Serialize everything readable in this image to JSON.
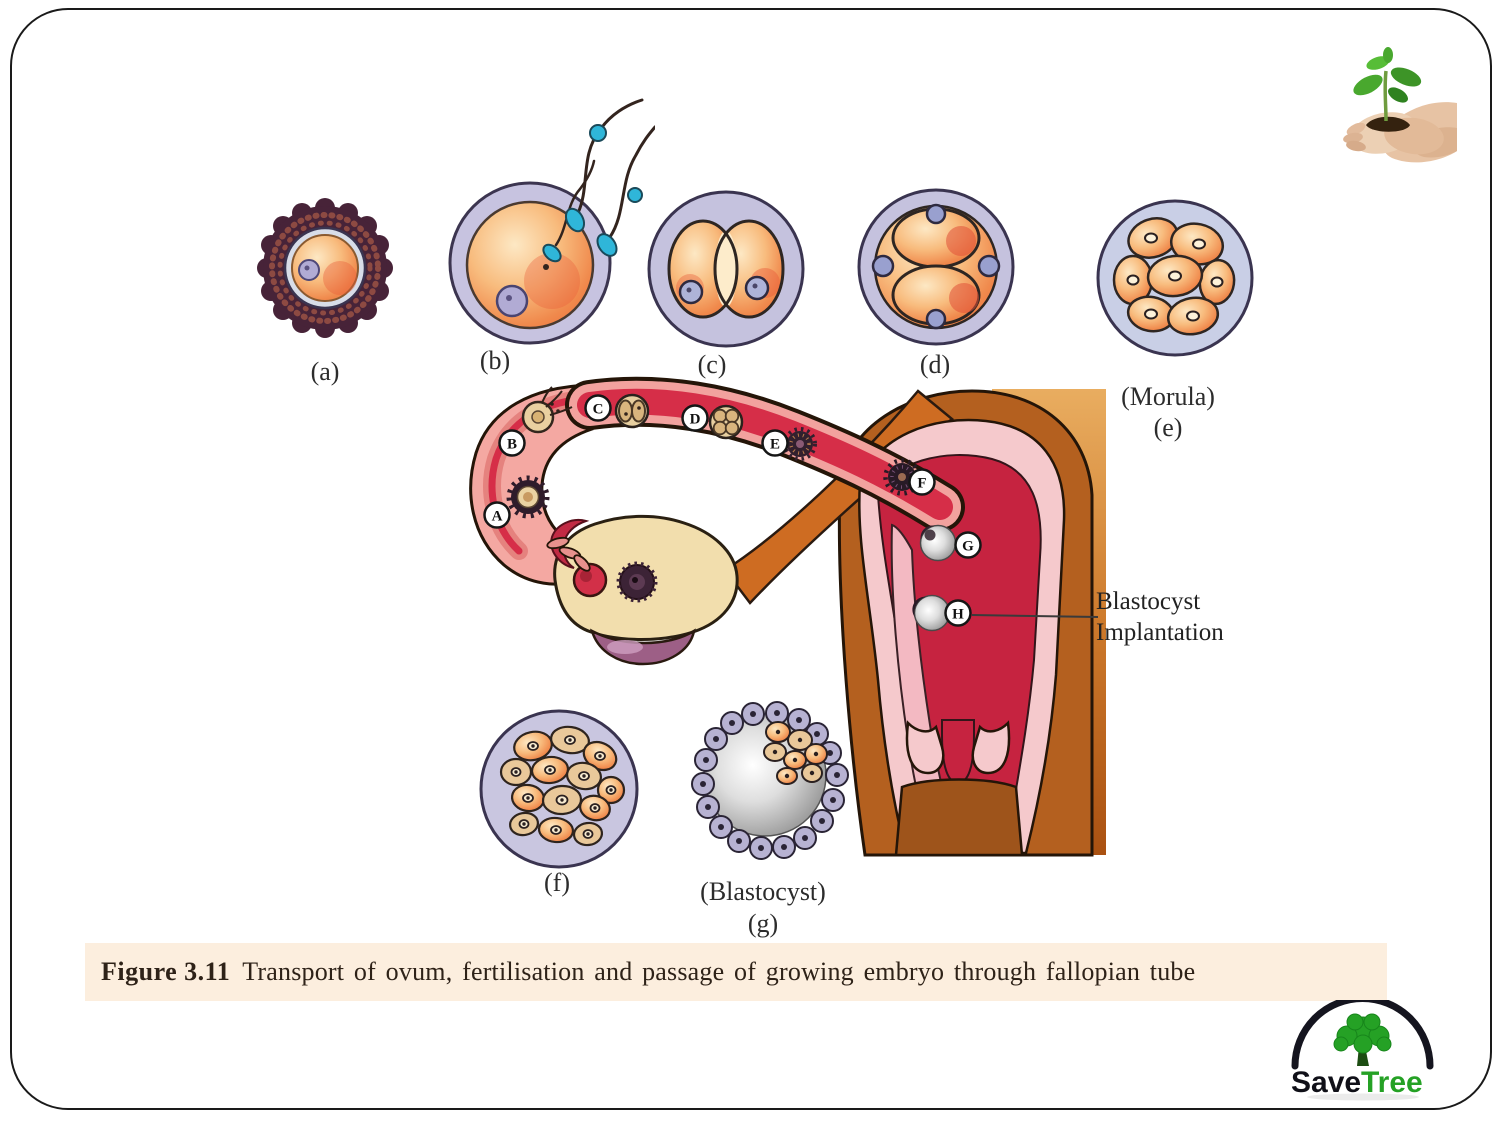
{
  "slide": {
    "type": "presentation-slide",
    "background": "#ffffff",
    "border_color": "#1a1a1a"
  },
  "figure": {
    "caption": {
      "label": "Figure 3.11",
      "text": "Transport of ovum, fertilisation and passage of growing embryo through fallopian tube",
      "band_color": "#fceede"
    },
    "stages": [
      {
        "key": "a",
        "label": "(a)",
        "depicts": "ovum surrounded by corona radiata"
      },
      {
        "key": "b",
        "label": "(b)",
        "depicts": "sperms reaching the ovum at fertilisation"
      },
      {
        "key": "c",
        "label": "(c)",
        "depicts": "2-cell cleavage stage"
      },
      {
        "key": "d",
        "label": "(d)",
        "depicts": "4-cell cleavage stage"
      },
      {
        "key": "e",
        "label": "(Morula)",
        "sublabel": "(e)",
        "depicts": "morula"
      },
      {
        "key": "f",
        "label": "(f)",
        "depicts": "late morula"
      },
      {
        "key": "g",
        "label": "(Blastocyst)",
        "sublabel": "(g)",
        "depicts": "blastocyst"
      }
    ],
    "tube_markers": [
      "A",
      "B",
      "C",
      "D",
      "E",
      "F",
      "G",
      "H"
    ],
    "annotation": {
      "line1": "Blastocyst",
      "line2": "Implantation"
    }
  },
  "logo": {
    "word1": "Save",
    "word2": "Tree",
    "green": "#25a125",
    "dark": "#15151f"
  },
  "decorations": {
    "top_right_image": "hands-holding-sapling",
    "bottom_right_image": "save-tree-logo"
  },
  "colors": {
    "tube_red": "#d62e48",
    "tube_pink": "#f2a29e",
    "uterus_brown": "#b4601f",
    "cavity_red": "#c62340",
    "ovary_cream": "#f2dead",
    "zona_lavender": "#c5c2de",
    "cell_orange": "#f59a55",
    "caption_band": "#fceede"
  }
}
